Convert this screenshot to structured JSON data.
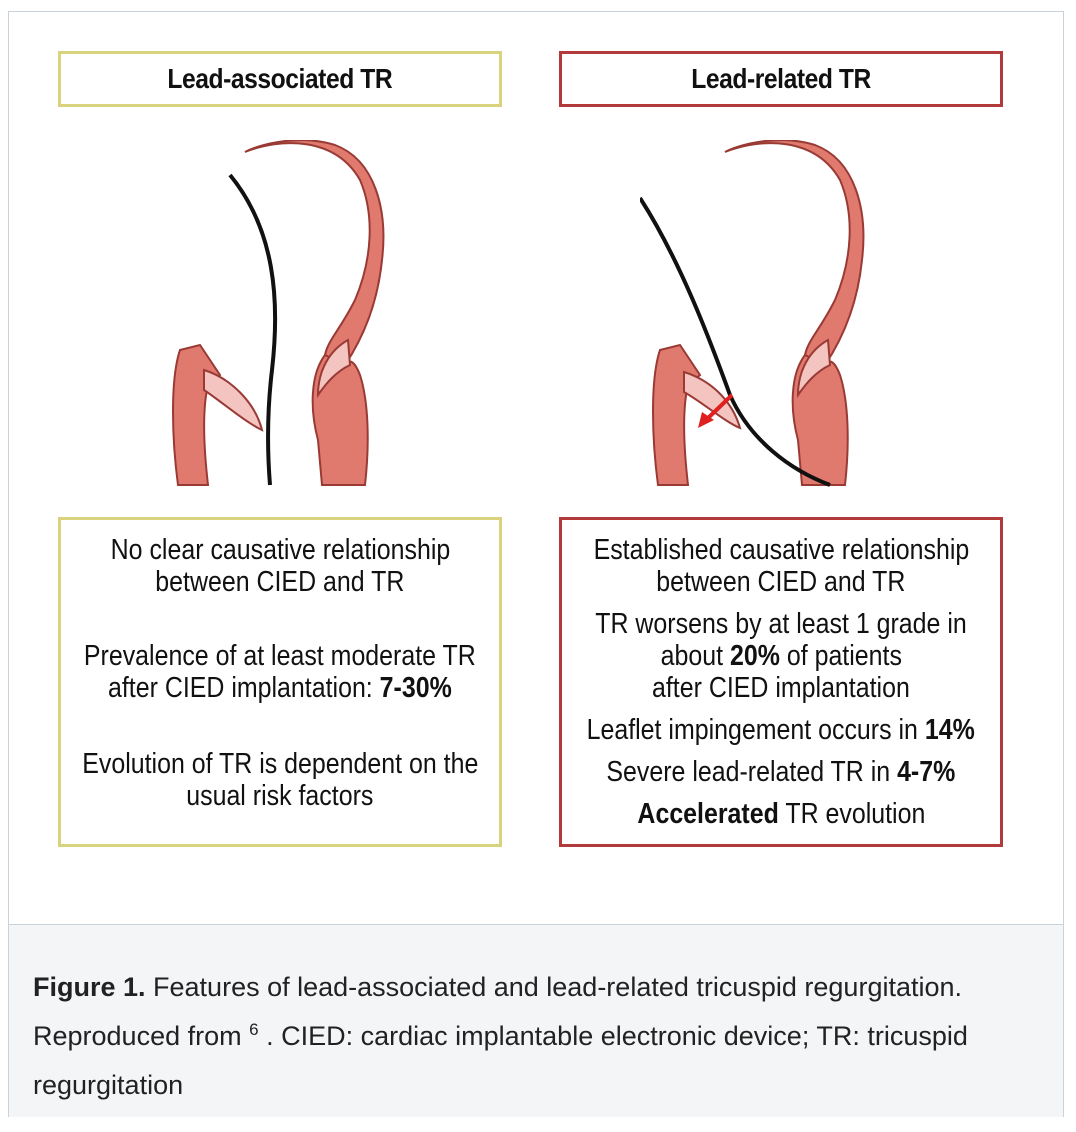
{
  "panels": {
    "left": {
      "title": "Lead-associated TR",
      "border_color": "#d8d37c",
      "lines": {
        "l1": "No clear causative relationship",
        "l2": "between CIED and TR",
        "l3": "Prevalence of at least moderate TR",
        "l4a": "after CIED implantation: ",
        "l4b": "7-30%",
        "l5": "Evolution of TR is dependent on the",
        "l6": "usual risk factors"
      }
    },
    "right": {
      "title": "Lead-related TR",
      "border_color": "#b23a3a",
      "lines": {
        "l1": "Established causative relationship",
        "l2": "between CIED and TR",
        "l3": "TR worsens by at least 1 grade in",
        "l4a": "about ",
        "l4b": "20%",
        "l4c": " of patients",
        "l5": "after CIED implantation",
        "l6a": "Leaflet impingement occurs in ",
        "l6b": "14%",
        "l7a": "Severe lead-related TR in ",
        "l7b": "4-7%",
        "l8a": "Accelerated",
        "l8b": " TR evolution"
      }
    }
  },
  "caption": {
    "label": "Figure 1.",
    "text1": " Features of lead-associated and lead-related tricuspid regurgitation. Reproduced from ",
    "ref": "6",
    "text2": " . CIED: cardiac implantable electronic device; TR: tricuspid regurgitation"
  },
  "colors": {
    "heart_wall": "#e07a6f",
    "heart_outline": "#9a3a35",
    "leaflet": "#f4c4c0",
    "lead": "#111111",
    "arrow": "#e02020"
  }
}
